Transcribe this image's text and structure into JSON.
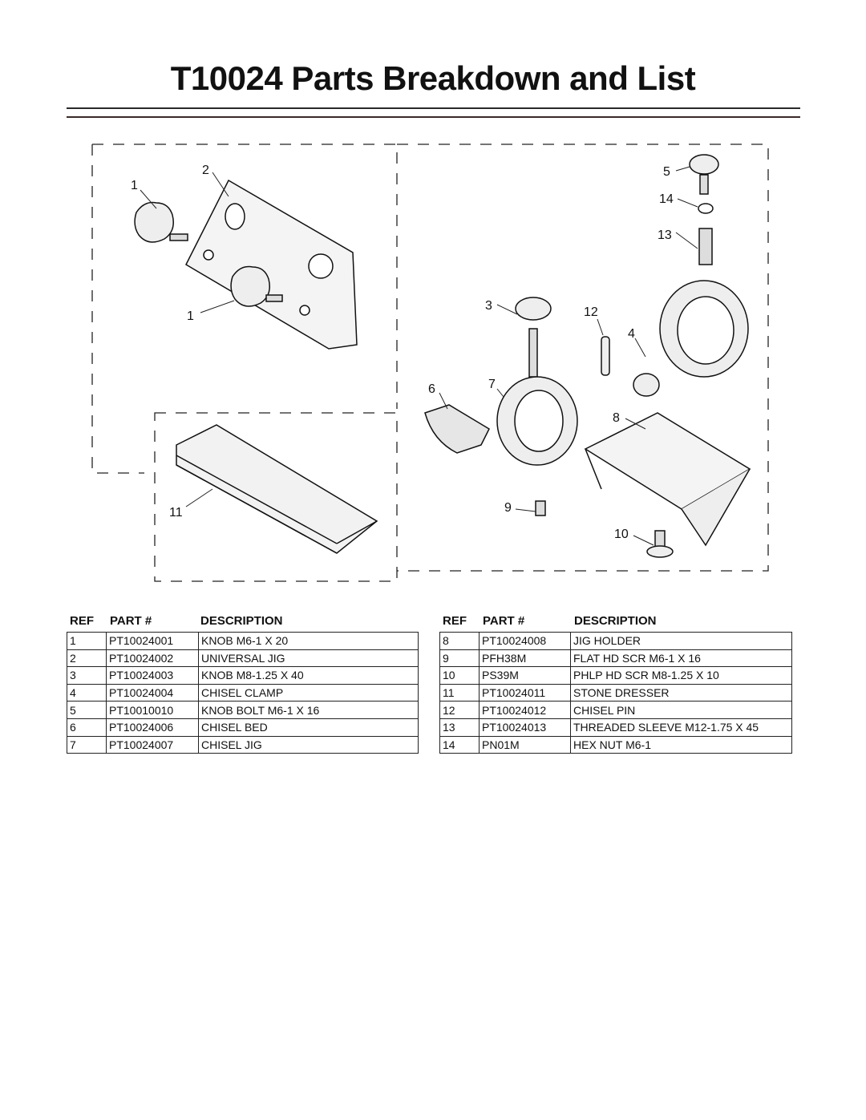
{
  "title": "T10024 Parts Breakdown and List",
  "callouts": {
    "c1a": "1",
    "c2": "2",
    "c1b": "1",
    "c5": "5",
    "c14": "14",
    "c13": "13",
    "c3": "3",
    "c12": "12",
    "c4": "4",
    "c6": "6",
    "c7": "7",
    "c8": "8",
    "c9": "9",
    "c10": "10",
    "c11": "11"
  },
  "table_headers": {
    "ref": "REF",
    "part": "PART #",
    "description": "DESCRIPTION"
  },
  "left_rows": [
    {
      "ref": "1",
      "part": "PT10024001",
      "description": "KNOB M6-1 X 20"
    },
    {
      "ref": "2",
      "part": "PT10024002",
      "description": "UNIVERSAL JIG"
    },
    {
      "ref": "3",
      "part": "PT10024003",
      "description": "KNOB M8-1.25 X 40"
    },
    {
      "ref": "4",
      "part": "PT10024004",
      "description": "CHISEL CLAMP"
    },
    {
      "ref": "5",
      "part": "PT10010010",
      "description": "KNOB BOLT M6-1 X 16"
    },
    {
      "ref": "6",
      "part": "PT10024006",
      "description": "CHISEL BED"
    },
    {
      "ref": "7",
      "part": "PT10024007",
      "description": "CHISEL JIG"
    }
  ],
  "right_rows": [
    {
      "ref": "8",
      "part": "PT10024008",
      "description": "JIG HOLDER"
    },
    {
      "ref": "9",
      "part": "PFH38M",
      "description": "FLAT HD SCR M6-1 X 16"
    },
    {
      "ref": "10",
      "part": "PS39M",
      "description": "PHLP HD SCR M8-1.25 X 10"
    },
    {
      "ref": "11",
      "part": "PT10024011",
      "description": "STONE DRESSER"
    },
    {
      "ref": "12",
      "part": "PT10024012",
      "description": "CHISEL PIN"
    },
    {
      "ref": "13",
      "part": "PT10024013",
      "description": "THREADED SLEEVE M12-1.75 X 45"
    },
    {
      "ref": "14",
      "part": "PN01M",
      "description": "HEX NUT M6-1"
    }
  ]
}
